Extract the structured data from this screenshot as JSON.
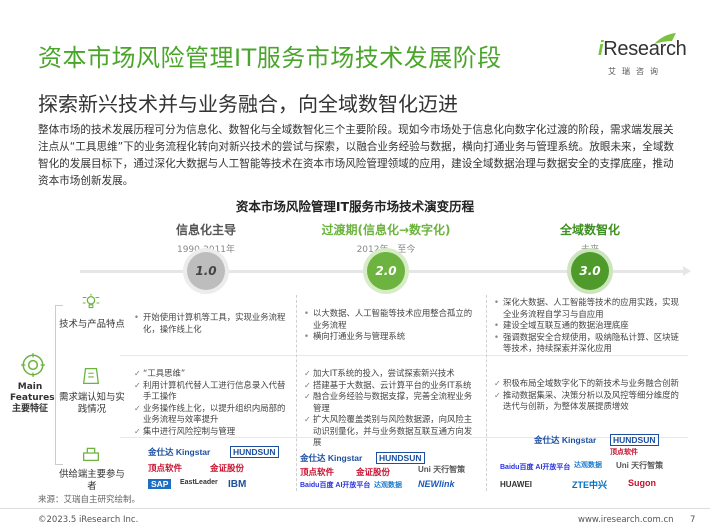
{
  "header": {
    "title": "资本市场风险管理IT服务市场技术发展阶段",
    "subtitle": "探索新兴技术并与业务融合，向全域数智化迈进"
  },
  "logo": {
    "brand_i": "i",
    "brand_rest": "Research",
    "cn": "艾瑞咨询"
  },
  "intro": "整体市场的技术发展历程可分为信息化、数智化与全域数智化三个主要阶段。现如今市场处于信息化向数字化过渡的阶段，需求端发展关注点从“工具思维”下的业务流程化转向对新兴技术的尝试与探索，以融合业务经验与数据，横向打通业务与管理系统。放眼未来，全域数智化的发展目标下，通过深化大数据与人工智能等技术在资本市场风险管理领域的应用，建设全域数据治理与数据安全的支撑底座，推动资本市场创新发展。",
  "chart": {
    "title": "资本市场风险管理IT服务市场技术演变历程",
    "stages": [
      {
        "name": "信息化主导",
        "period": "1990-2011年",
        "node": "1.0"
      },
      {
        "name": "过渡期(信息化→数字化)",
        "period": "2012年 - 至今",
        "node": "2.0"
      },
      {
        "name": "全域数智化",
        "period": "未来",
        "node": "3.0"
      }
    ],
    "main_label": "Main Features 主要特征",
    "rows": [
      {
        "label": "技术与产品特点"
      },
      {
        "label": "需求端认知与实践情况"
      },
      {
        "label": "供给端主要参与者"
      }
    ],
    "tech": [
      [
        "开始使用计算机等工具，实现业务流程化，操作线上化"
      ],
      [
        "以大数据、人工智能等技术应用整合孤立的业务流程",
        "横向打通业务与管理系统"
      ],
      [
        "深化大数据、人工智能等技术的应用实践，实现全业务流程自学习与自应用",
        "建设全域互联互通的数据治理底座",
        "强调数据安全合规使用，吸纳隐私计算、区块链等技术，持续探索并深化应用"
      ]
    ],
    "demand": [
      [
        "“工具思维”",
        "利用计算机代替人工进行信息录入代替手工操作",
        "业务操作线上化，以提升组织内局部的业务流程与效率提升",
        "集中进行风险控制与管理"
      ],
      [
        "加大IT系统的投入，尝试探索新兴技术",
        "搭建基于大数据、云计算平台的业务IT系统",
        "融合业务经验与数据支撑，完善全流程业务管理",
        "扩大风险覆盖类别与风险数据源，向风险主动识别量化，并与业务数据互联互通方向发展"
      ],
      [
        "积极布局全域数字化下的新技术与业务融合创新",
        "推动数据集采、决策分析以及风控等细分维度的迭代与创新，为整体发展提质增效"
      ]
    ],
    "suppliers": [
      [
        "金仕达 Kingstar",
        "HUNDSUN",
        "顶点软件",
        "金证股份",
        "SAP",
        "EastLeader",
        "IBM"
      ],
      [
        "金仕达 Kingstar",
        "HUNDSUN",
        "顶点软件",
        "金证股份",
        "Baidu百度 AI开放平台",
        "达观数据",
        "Uni 天行智策",
        "NEWlink"
      ],
      [
        "金仕达 Kingstar",
        "HUNDSUN",
        "Baidu百度 AI开放平台",
        "达观数据",
        "Uni 天行智策",
        "顶点软件",
        "HUAWEI",
        "ZTE中兴",
        "Sugon"
      ]
    ]
  },
  "footer": {
    "source": "来源：艾瑞自主研究绘制。",
    "copyright": "©2023.5 iResearch Inc.",
    "website": "www.iresearch.com.cn",
    "page": "7"
  },
  "colors": {
    "accent": "#4aa62b",
    "node1": "#b8b8b8",
    "node2": "#6db33f",
    "node3": "#4e9a2a",
    "stage1": "#666666",
    "stage2": "#6db33f",
    "stage3": "#3f8f22"
  }
}
